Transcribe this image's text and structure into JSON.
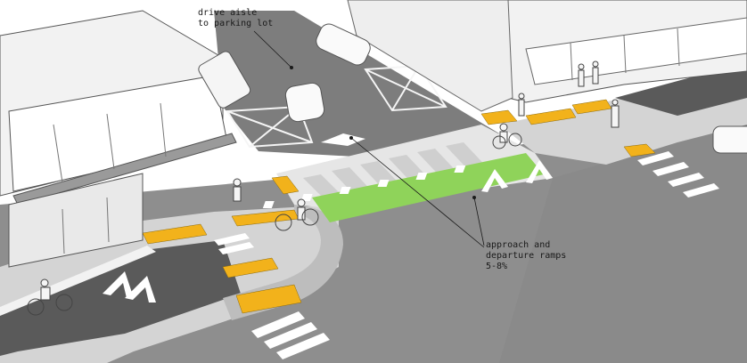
{
  "annotations": {
    "drive_aisle": [
      "drive aisle",
      "to parking lot"
    ],
    "ramps": [
      "approach and",
      "departure ramps",
      "5-8%"
    ]
  },
  "colors": {
    "road": "#8e8e8e",
    "road_dark": "#6f6f6f",
    "bike_lane": "#5a5a5a",
    "sidewalk": "#d4d4d4",
    "crossing_paving": "#e6e6e6",
    "green_crossing": "#8fd35a",
    "yellow_tactile": "#f2b21b",
    "building": "#f2f2f2",
    "marking": "#ffffff"
  }
}
